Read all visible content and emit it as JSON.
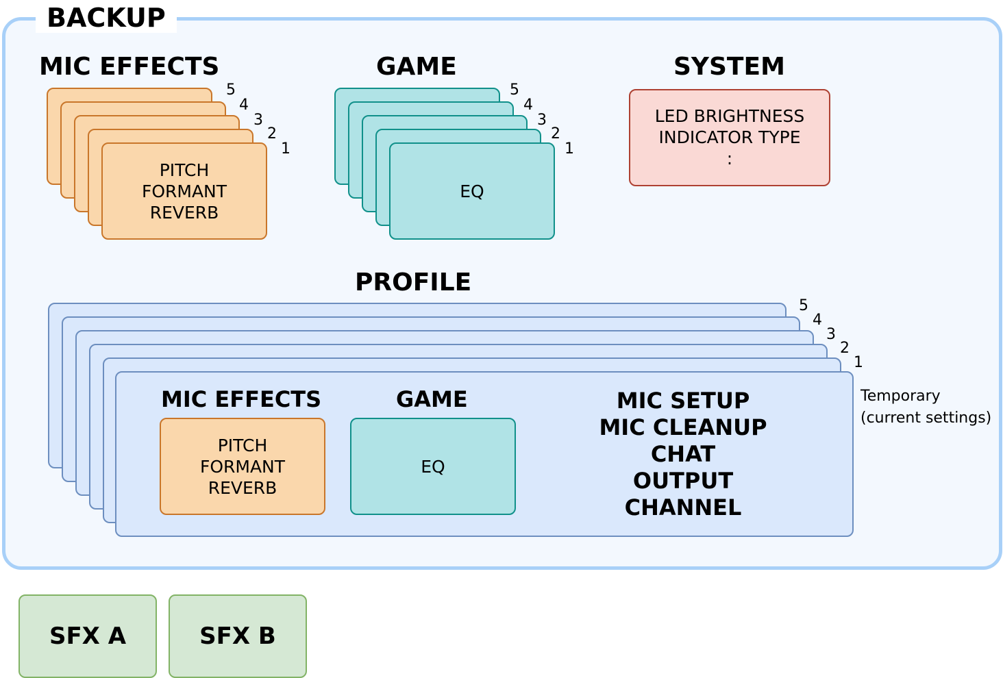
{
  "backup": {
    "title": "BACKUP",
    "mic_effects": {
      "heading": "MIC EFFECTS",
      "slot_numbers": [
        "5",
        "4",
        "3",
        "2",
        "1"
      ],
      "items": [
        "PITCH",
        "FORMANT",
        "REVERB"
      ]
    },
    "game": {
      "heading": "GAME",
      "slot_numbers": [
        "5",
        "4",
        "3",
        "2",
        "1"
      ],
      "items": [
        "EQ"
      ]
    },
    "system": {
      "heading": "SYSTEM",
      "items": [
        "LED BRIGHTNESS",
        "INDICATOR TYPE",
        ":"
      ]
    },
    "profile": {
      "heading": "PROFILE",
      "slot_numbers": [
        "5",
        "4",
        "3",
        "2",
        "1"
      ],
      "mic_effects": {
        "heading": "MIC EFFECTS",
        "items": [
          "PITCH",
          "FORMANT",
          "REVERB"
        ]
      },
      "game": {
        "heading": "GAME",
        "items": [
          "EQ"
        ]
      },
      "settings": [
        "MIC SETUP",
        "MIC CLEANUP",
        "CHAT",
        "OUTPUT",
        "CHANNEL"
      ],
      "temporary_note": [
        "Temporary",
        "(current settings)"
      ]
    }
  },
  "sfx": {
    "a_label": "SFX A",
    "b_label": "SFX B"
  },
  "colors": {
    "frame_border": "#a8d0f8",
    "frame_fill": "#f3f8fe",
    "orange_fill": "#fad7ac",
    "orange_border": "#c9762a",
    "teal_fill": "#b0e3e6",
    "teal_border": "#10908a",
    "pink_fill": "#fad9d5",
    "pink_border": "#ae4132",
    "blue_fill": "#dae8fc",
    "blue_border": "#6c8ebf",
    "green_fill": "#d5e8d4",
    "green_border": "#82b366"
  }
}
